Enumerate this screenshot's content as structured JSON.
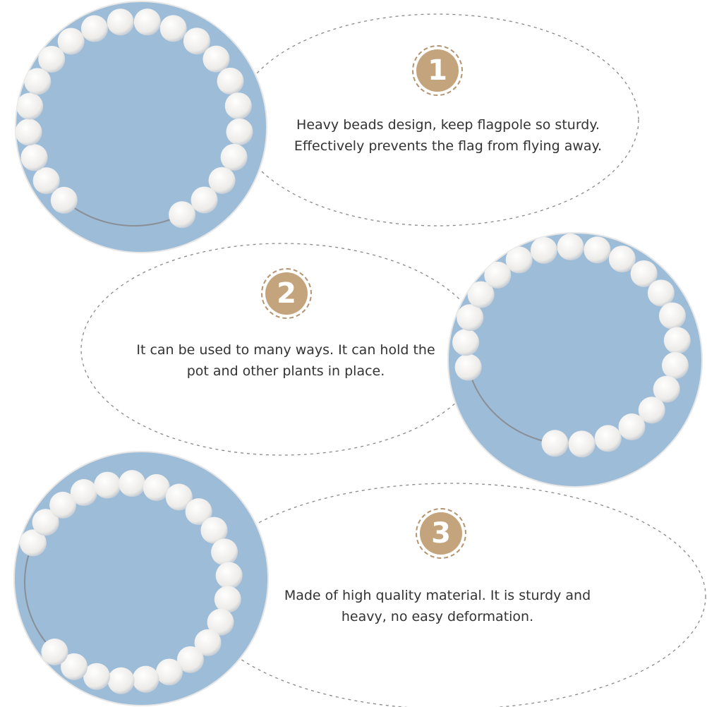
{
  "features": [
    {
      "number": "1",
      "line1": "Heavy beads design, keep flagpole so sturdy.",
      "line2": "Effectively prevents the flag from flying away."
    },
    {
      "number": "2",
      "line1": "It can be used to many ways. It can hold the",
      "line2": "pot and other plants in place."
    },
    {
      "number": "3",
      "line1": "Made of high quality material. It is sturdy and",
      "line2": "heavy, no easy deformation."
    }
  ],
  "colors": {
    "badge": "#c4a47c",
    "photo_bg": "#9dbcd8",
    "bead": "#f7f7f5"
  }
}
